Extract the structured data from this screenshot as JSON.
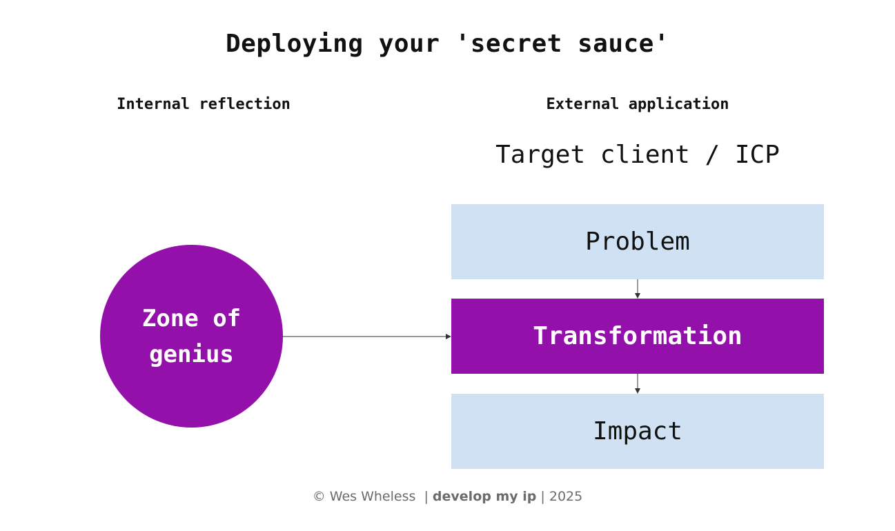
{
  "title": "Deploying your 'secret sauce'",
  "columns": {
    "left_heading": "Internal reflection",
    "right_heading": "External application"
  },
  "target": "Target client / ICP",
  "circle": {
    "label": "Zone of genius"
  },
  "boxes": {
    "problem": "Problem",
    "transformation": "Transformation",
    "impact": "Impact"
  },
  "footer": {
    "copyright": "© Wes Wheless  | ",
    "brand": "develop my ip",
    "year": " | 2025"
  },
  "colors": {
    "purple": "#9311AA",
    "light_blue": "#CFE1F3",
    "connector": "#333333"
  }
}
